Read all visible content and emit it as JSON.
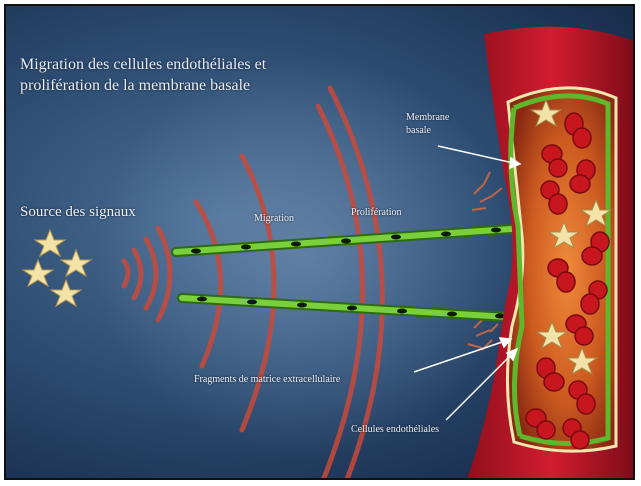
{
  "title": "Migration des cellules endothéliales et prolifération de la membrane basale",
  "labels": {
    "source": "Source des signaux",
    "migration": "Migration",
    "proliferation": "Prolifération",
    "membrane": "Membrane basale",
    "fragments": "Fragments de matrice extracellulaire",
    "cells": "Cellules endothéliales"
  },
  "colors": {
    "background": "#2f4e74",
    "vessel_wall": "#c0182a",
    "vessel_lumen": "#d96a2a",
    "endothelium": "#5fb82c",
    "signal_arcs": "#c84a3a",
    "stars": "#f3e3a8",
    "blood_cells": "#c8161f"
  },
  "icons": [
    "star-icon",
    "signal-wave-icon",
    "blood-cell-icon",
    "arrow-icon"
  ]
}
